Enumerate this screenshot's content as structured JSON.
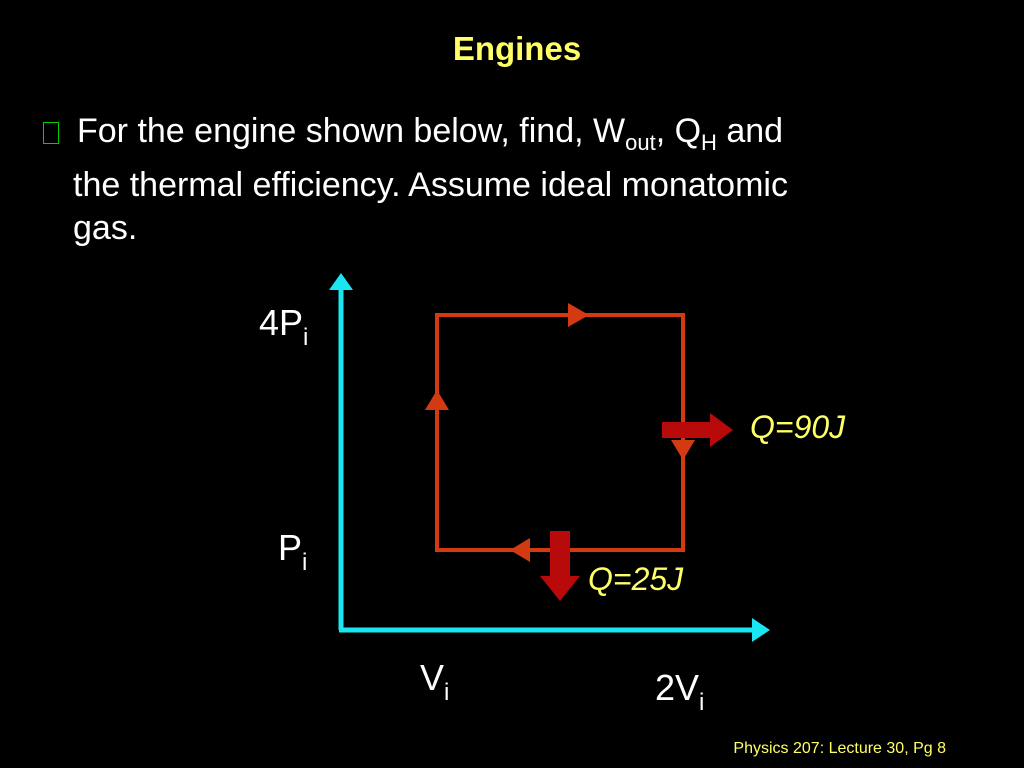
{
  "slide": {
    "title": "Engines",
    "footer": "Physics 207: Lecture 30, Pg 8"
  },
  "bullet": {
    "line1_prefix": "For the engine shown below, find, W",
    "w_sub": "out",
    "comma": ", Q",
    "q_sub": "H",
    "line1_suffix": " and",
    "line2": "the thermal efficiency. Assume ideal monatomic",
    "line3": "gas."
  },
  "diagram": {
    "y_label_top": {
      "main": "4P",
      "sub": "i"
    },
    "y_label_bottom": {
      "main": "P",
      "sub": "i"
    },
    "x_label_left": {
      "main": "V",
      "sub": "i"
    },
    "x_label_right": {
      "main": "2V",
      "sub": "i"
    },
    "heat_out_right": "Q=90J",
    "heat_out_bottom": "Q=25J",
    "colors": {
      "axis": "#19e6f0",
      "cycle": "#d33a12",
      "heat_arrow": "#b80a0a",
      "annotation": "#ffff66"
    }
  }
}
